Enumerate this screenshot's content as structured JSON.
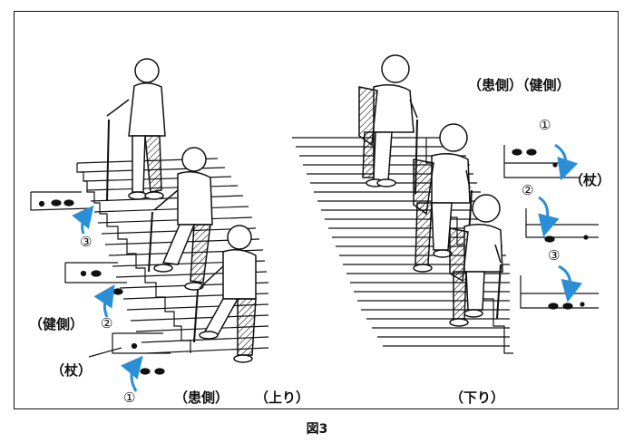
{
  "caption": "図3",
  "up": {
    "label_affected": "（患側）",
    "label_direction": "（上り）",
    "label_healthy": "（健側）",
    "label_cane": "（杖）",
    "steps": [
      "①",
      "②",
      "③"
    ]
  },
  "down": {
    "label_sides": "（患側）（健側）",
    "label_direction": "（下り）",
    "label_cane": "（杖）",
    "steps": [
      "①",
      "②",
      "③"
    ]
  },
  "colors": {
    "arrow": "#2a8fd6",
    "ink": "#111111"
  }
}
